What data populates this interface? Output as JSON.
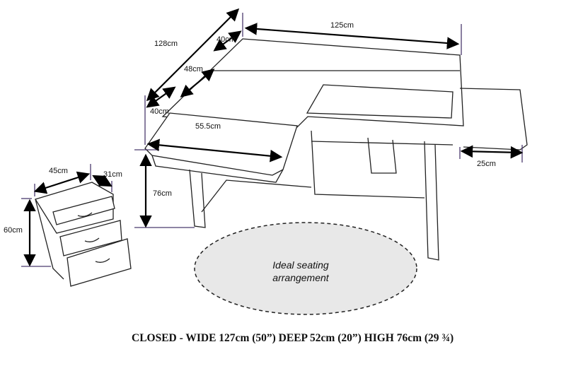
{
  "dimensions": {
    "top_width": "125cm",
    "top_depth_back": "40cm",
    "total_depth": "128cm",
    "middle_depth": "48cm",
    "front_flap_depth": "40cm",
    "front_flap_width": "55.5cm",
    "side_flap_width": "25cm",
    "height": "76cm",
    "drawer_width": "45cm",
    "drawer_depth": "31cm",
    "drawer_height": "60cm"
  },
  "seating": {
    "line1": "Ideal seating",
    "line2": "arrangement"
  },
  "caption": "CLOSED - WIDE 127cm (50”) DEEP 52cm (20”) HIGH 76cm  (29 ¾)",
  "colors": {
    "dimension_line": "#000000",
    "guide_line": "#4b3a6e",
    "outline": "#222222",
    "seat_fill": "#e8e8e8"
  }
}
